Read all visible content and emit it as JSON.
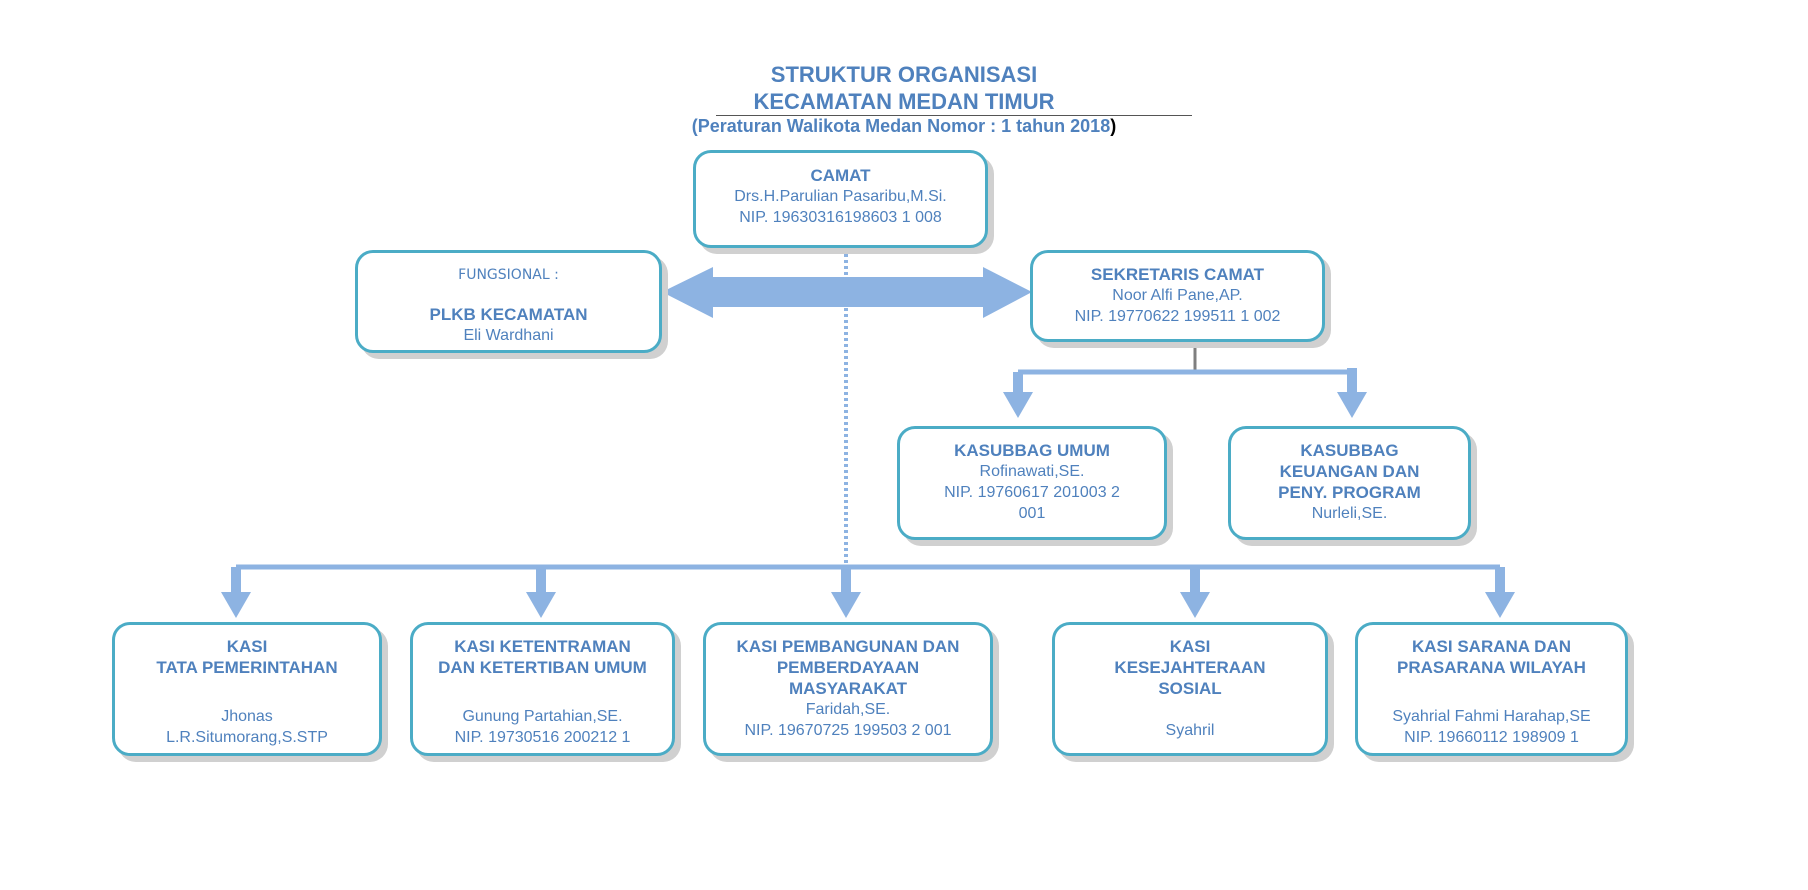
{
  "header": {
    "title_line1": "STRUKTUR ORGANISASI",
    "title_line2": "KECAMATAN MEDAN TIMUR",
    "regulation": "(Peraturan Walikota Medan Nomor : 1 tahun 2018",
    "regulation_close": ")"
  },
  "colors": {
    "text": "#4f81bd",
    "border": "#4bacc6",
    "connector": "#8db3e2",
    "shadow": "#d0d0d0"
  },
  "camat": {
    "role": "CAMAT",
    "name": "Drs.H.Parulian Pasaribu,M.Si.",
    "nip": "NIP. 19630316198603 1 008"
  },
  "fungsional": {
    "label": "FUNGSIONAL :",
    "role": "PLKB KECAMATAN",
    "name": "Eli Wardhani"
  },
  "sekretaris": {
    "role": "SEKRETARIS CAMAT",
    "name": "Noor Alfi Pane,AP.",
    "nip": "NIP. 19770622 199511 1 002"
  },
  "kasubbag_umum": {
    "role": "KASUBBAG UMUM",
    "name": "Rofinawati,SE.",
    "nip_line1": "NIP. 19760617 201003 2",
    "nip_line2": "001"
  },
  "kasubbag_keuangan": {
    "role_line1": "KASUBBAG",
    "role_line2": "KEUANGAN DAN",
    "role_line3": "PENY. PROGRAM",
    "name": "Nurleli,SE."
  },
  "kasi_tapem": {
    "role_line1": "KASI",
    "role_line2": "TATA PEMERINTAHAN",
    "name_line1": "Jhonas",
    "name_line2": "L.R.Situmorang,S.STP"
  },
  "kasi_trantib": {
    "role_line1": "KASI KETENTRAMAN",
    "role_line2": "DAN KETERTIBAN UMUM",
    "name": "Gunung Partahian,SE.",
    "nip": "NIP. 19730516 200212 1"
  },
  "kasi_pembangunan": {
    "role_line1": "KASI PEMBANGUNAN DAN",
    "role_line2": "PEMBERDAYAAN",
    "role_line3": "MASYARAKAT",
    "name": "Faridah,SE.",
    "nip": "NIP. 19670725 199503 2 001"
  },
  "kasi_kesos": {
    "role_line1": "KASI",
    "role_line2": "KESEJAHTERAAN",
    "role_line3": "SOSIAL",
    "name": "Syahril"
  },
  "kasi_sarpras": {
    "role_line1": "KASI SARANA DAN",
    "role_line2": "PRASARANA WILAYAH",
    "name": "Syahrial Fahmi Harahap,SE",
    "nip": "NIP. 19660112 198909 1"
  }
}
